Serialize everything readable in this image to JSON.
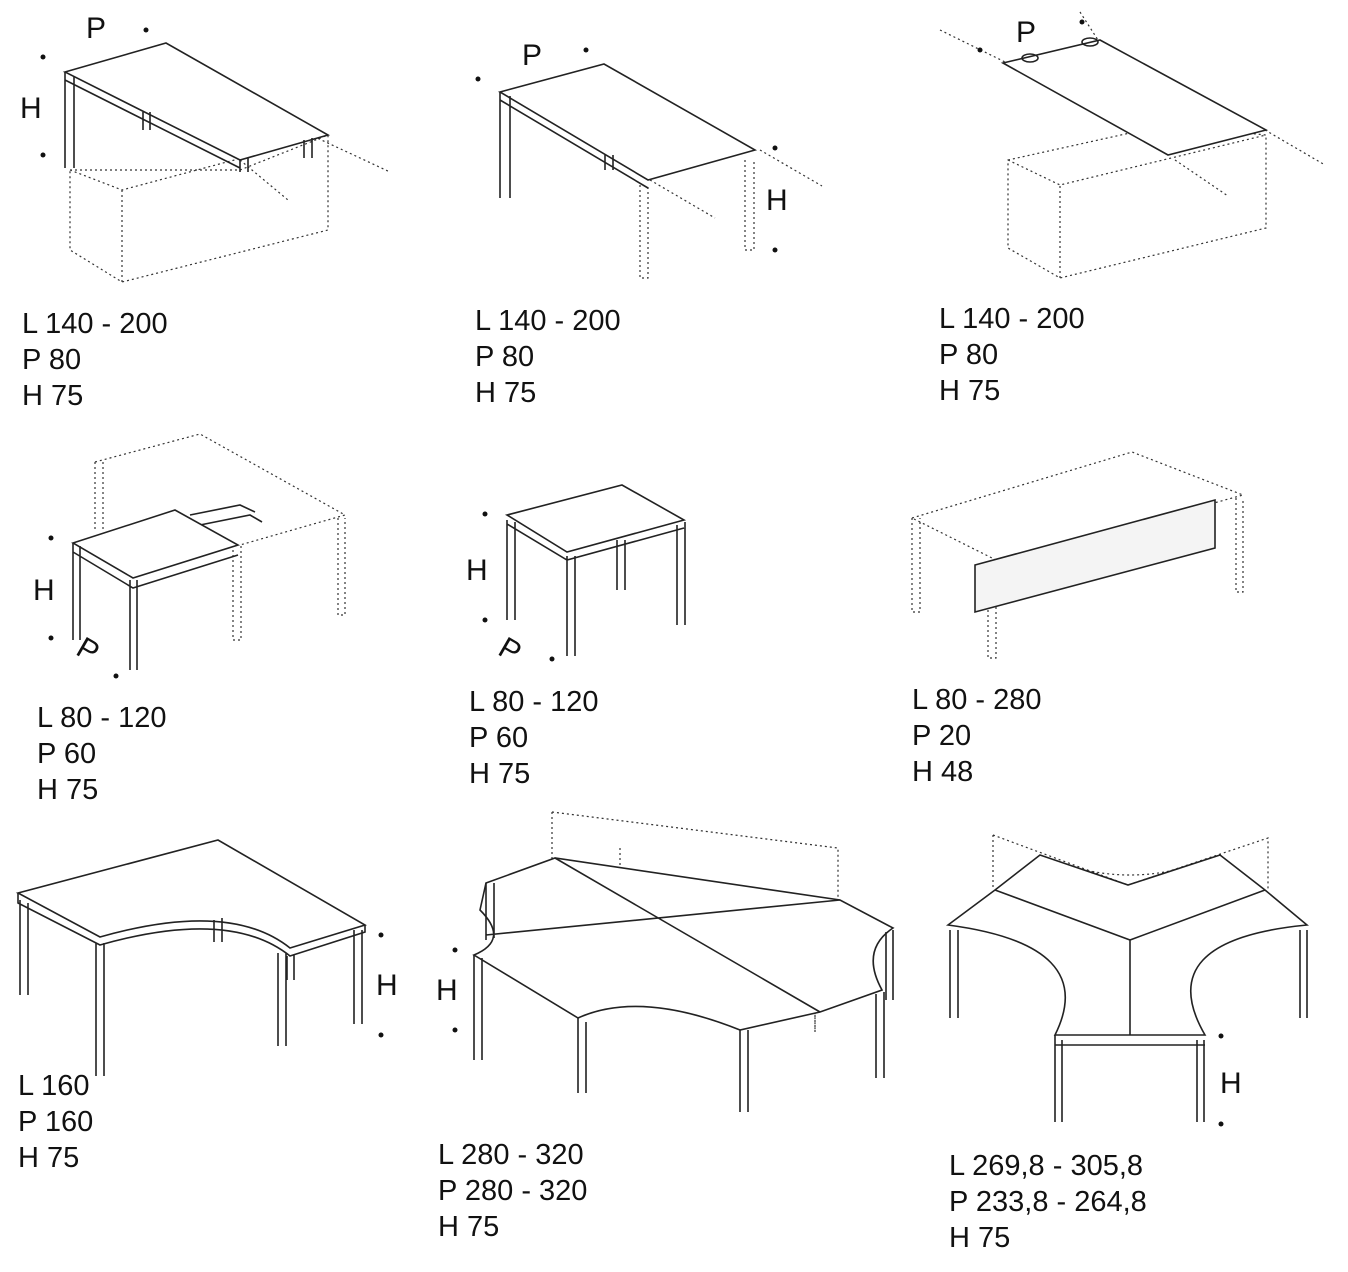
{
  "markers": {
    "height": "H",
    "depth": "P"
  },
  "products": [
    {
      "L": "L 140 - 200",
      "P": "P 80",
      "H": "H 75"
    },
    {
      "L": "L 140 - 200",
      "P": "P 80",
      "H": "H 75"
    },
    {
      "L": "L 140 - 200",
      "P": "P 80",
      "H": "H 75"
    },
    {
      "L": "L 80 - 120",
      "P": "P 60",
      "H": "H 75"
    },
    {
      "L": "L 80 - 120",
      "P": "P 60",
      "H": "H 75"
    },
    {
      "L": "L 80 - 280",
      "P": "P 20",
      "H": "H 48"
    },
    {
      "L": "L 160",
      "P": "P 160",
      "H": "H 75"
    },
    {
      "L": "L 280 - 320",
      "P": "P 280 - 320",
      "H": "H 75"
    },
    {
      "L": "L 269,8 - 305,8",
      "P": "P 233,8 - 264,8",
      "H": "H 75"
    }
  ]
}
